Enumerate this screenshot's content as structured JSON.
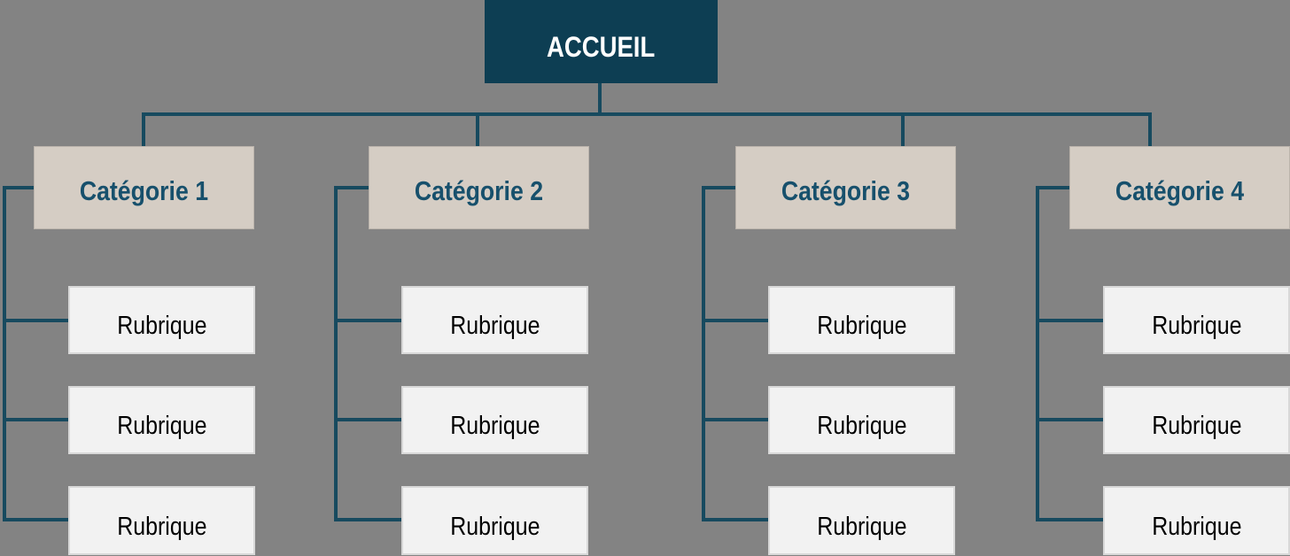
{
  "diagram": {
    "type": "sitemap-tree",
    "root": {
      "label": "ACCUEIL"
    },
    "columns": [
      {
        "label": "Catégorie 1",
        "rubriques": [
          "Rubrique",
          "Rubrique",
          "Rubrique"
        ]
      },
      {
        "label": "Catégorie 2",
        "rubriques": [
          "Rubrique",
          "Rubrique",
          "Rubrique"
        ]
      },
      {
        "label": "Catégorie 3",
        "rubriques": [
          "Rubrique",
          "Rubrique",
          "Rubrique"
        ]
      },
      {
        "label": "Catégorie 4",
        "rubriques": [
          "Rubrique",
          "Rubrique",
          "Rubrique"
        ]
      }
    ]
  },
  "colors": {
    "background": "#838383",
    "root_fill": "#0d3e53",
    "root_text": "#ffffff",
    "category_fill": "#d5cdc4",
    "category_text": "#17506c",
    "rubrique_fill": "#f2f2f2",
    "rubrique_border": "#d8d8d8",
    "rubrique_text": "#000000",
    "connector": "#174a5f"
  }
}
